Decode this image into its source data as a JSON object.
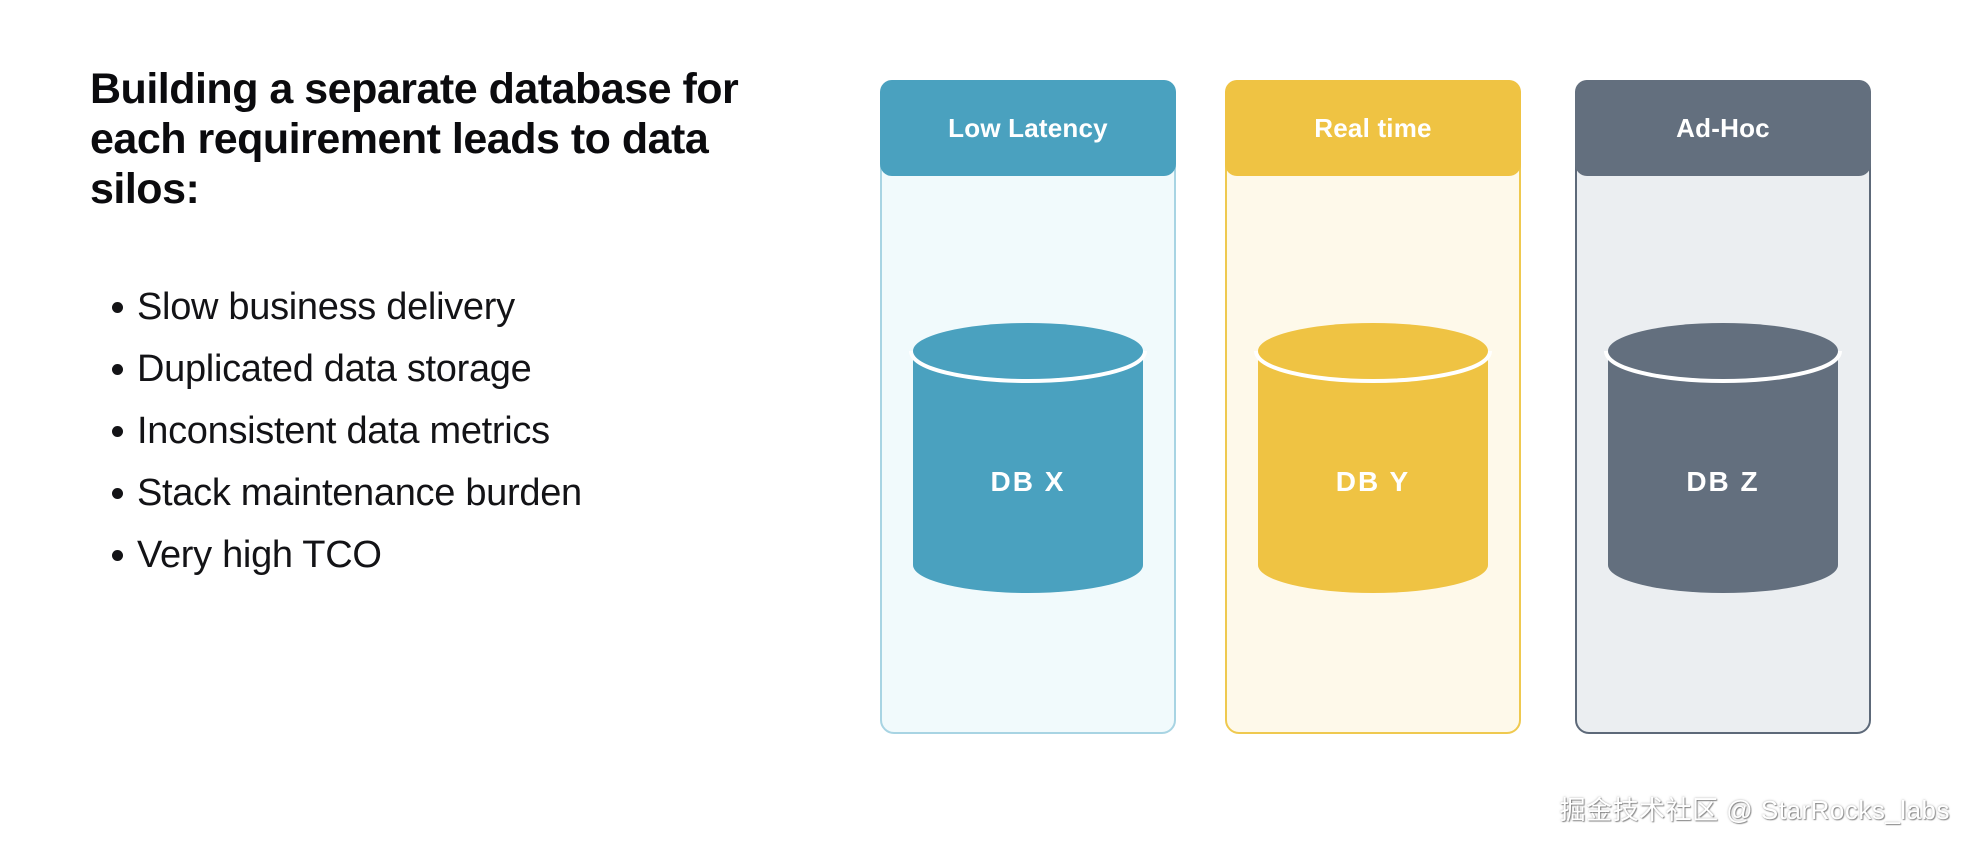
{
  "left_panel": {
    "heading": "Building a separate database for each requirement leads to data silos:",
    "heading_lines": [
      "Building a separate database for",
      "each requirement leads to data",
      "silos:"
    ],
    "bullets": [
      "Slow business delivery",
      "Duplicated data storage",
      "Inconsistent data metrics",
      "Stack maintenance burden",
      "Very high TCO"
    ]
  },
  "cards": [
    {
      "title": "Low Latency",
      "db_label": "DB X",
      "theme": "#4aa1bf",
      "body_bg": "#f1fafc",
      "border": "#a8d4e3"
    },
    {
      "title": "Real time",
      "db_label": "DB Y",
      "theme": "#efc343",
      "body_bg": "#fef9ea",
      "border": "#efc94f"
    },
    {
      "title": "Ad-Hoc",
      "db_label": "DB Z",
      "theme": "#636f7e",
      "body_bg": "#ebeef1",
      "border": "#5d6979"
    }
  ],
  "watermark": {
    "text": "掘金技术社区 @ StarRocks_labs"
  }
}
